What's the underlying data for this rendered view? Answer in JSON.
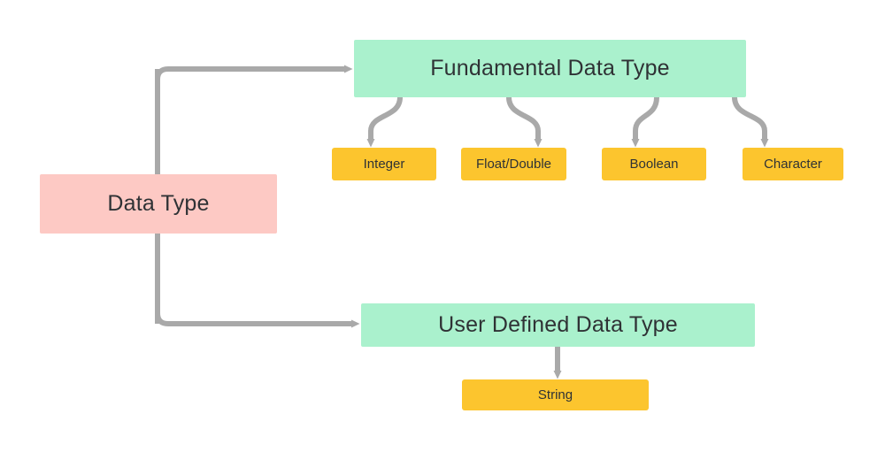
{
  "diagram": {
    "title": "Data Type classification diagram",
    "colors": {
      "background": "#ffffff",
      "root_fill": "#fdc9c4",
      "category_fill": "#aaf1cd",
      "leaf_fill": "#fcc52e",
      "connector": "#a9a9a9",
      "text": "#2f3235"
    },
    "nodes": {
      "root": {
        "label": "Data Type"
      },
      "fundamental": {
        "label": "Fundamental Data Type"
      },
      "fundamental_children": [
        {
          "label": "Integer"
        },
        {
          "label": "Float/Double"
        },
        {
          "label": "Boolean"
        },
        {
          "label": "Character"
        }
      ],
      "user_defined": {
        "label": "User Defined Data Type"
      },
      "user_defined_children": [
        {
          "label": "String"
        }
      ]
    }
  }
}
